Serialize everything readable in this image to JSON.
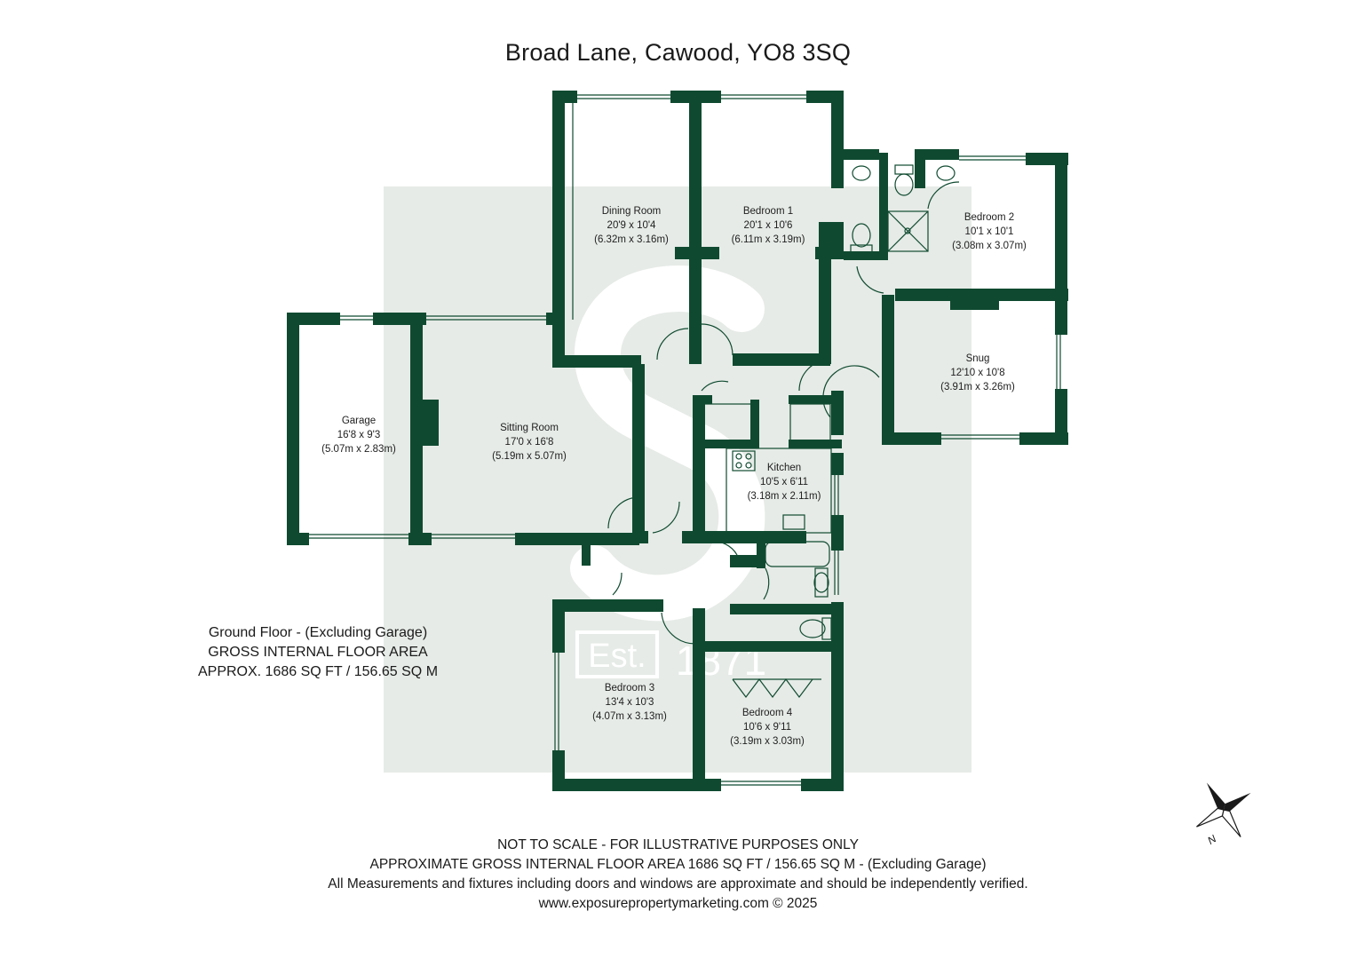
{
  "title": "Broad Lane, Cawood, YO8 3SQ",
  "rooms": [
    {
      "name": "Dining Room",
      "imperial": "20'9 x 10'4",
      "metric": "(6.32m x 3.16m)"
    },
    {
      "name": "Bedroom 1",
      "imperial": "20'1 x 10'6",
      "metric": "(6.11m x 3.19m)"
    },
    {
      "name": "Bedroom 2",
      "imperial": "10'1 x 10'1",
      "metric": "(3.08m x 3.07m)"
    },
    {
      "name": "Snug",
      "imperial": "12'10 x 10'8",
      "metric": "(3.91m x 3.26m)"
    },
    {
      "name": "Garage",
      "imperial": "16'8 x 9'3",
      "metric": "(5.07m x 2.83m)"
    },
    {
      "name": "Sitting Room",
      "imperial": "17'0 x 16'8",
      "metric": "(5.19m x 5.07m)"
    },
    {
      "name": "Kitchen",
      "imperial": "10'5 x 6'11",
      "metric": "(3.18m x 2.11m)"
    },
    {
      "name": "Bedroom 3",
      "imperial": "13'4 x 10'3",
      "metric": "(4.07m x 3.13m)"
    },
    {
      "name": "Bedroom 4",
      "imperial": "10'6 x 9'11",
      "metric": "(3.19m x 3.03m)"
    }
  ],
  "floor_note": {
    "line1": "Ground Floor - (Excluding Garage)",
    "line2": "GROSS INTERNAL FLOOR AREA",
    "line3": "APPROX. 1686 SQ FT / 156.65 SQ M"
  },
  "watermark": {
    "est": "Est.",
    "year": "1871"
  },
  "compass": {
    "north_label": "N"
  },
  "footer": {
    "line1": "NOT TO SCALE - FOR ILLUSTRATIVE PURPOSES ONLY",
    "line2": "APPROXIMATE GROSS INTERNAL FLOOR AREA 1686 SQ FT / 156.65 SQ M - (Excluding Garage)",
    "line3": "All Measurements and fixtures including doors and windows are approximate and should be independently verified.",
    "line4": "www.exposurepropertymarketing.com © 2025"
  },
  "colors": {
    "wall": "#0f4a30",
    "watermark_bg": "#e6ebe7",
    "watermark_text": "#ffffff",
    "text": "#1a1a1a"
  }
}
